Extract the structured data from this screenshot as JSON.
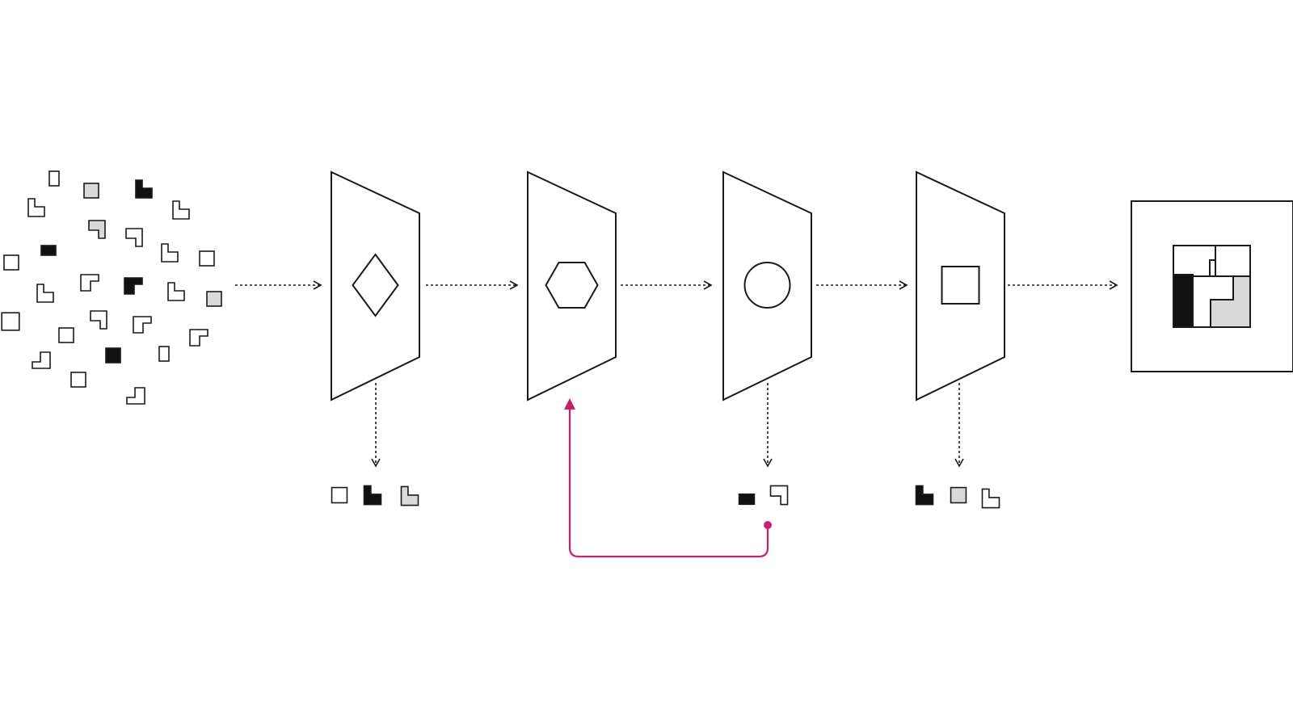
{
  "diagram": {
    "colors": {
      "background": "#ffffff",
      "stroke": "#1a1a1a",
      "black_fill": "#111111",
      "gray_fill": "#d9d9d9",
      "white_fill": "#ffffff",
      "feedback": "#cc1f6b"
    },
    "source_cluster": {
      "pieces": [
        {
          "shape": "rect-tall",
          "fill": "white"
        },
        {
          "shape": "square",
          "fill": "gray"
        },
        {
          "shape": "L",
          "fill": "black"
        },
        {
          "shape": "L",
          "fill": "white"
        },
        {
          "shape": "L",
          "fill": "white"
        },
        {
          "shape": "L",
          "fill": "gray"
        },
        {
          "shape": "L",
          "fill": "white"
        },
        {
          "shape": "square",
          "fill": "white"
        },
        {
          "shape": "rect-wide",
          "fill": "black"
        },
        {
          "shape": "L",
          "fill": "white"
        },
        {
          "shape": "square",
          "fill": "white"
        },
        {
          "shape": "L",
          "fill": "white"
        },
        {
          "shape": "L",
          "fill": "white"
        },
        {
          "shape": "L",
          "fill": "black"
        },
        {
          "shape": "L",
          "fill": "white"
        },
        {
          "shape": "square",
          "fill": "gray"
        },
        {
          "shape": "square",
          "fill": "white"
        },
        {
          "shape": "L",
          "fill": "white"
        },
        {
          "shape": "square",
          "fill": "white"
        },
        {
          "shape": "L",
          "fill": "white"
        },
        {
          "shape": "L",
          "fill": "white"
        },
        {
          "shape": "L",
          "fill": "white"
        },
        {
          "shape": "square",
          "fill": "black"
        },
        {
          "shape": "rect-tall",
          "fill": "white"
        },
        {
          "shape": "square",
          "fill": "white"
        },
        {
          "shape": "L",
          "fill": "white"
        }
      ]
    },
    "stages": [
      {
        "id": "stage-1",
        "symbol": "diamond",
        "outputs": [
          {
            "shape": "square",
            "fill": "white"
          },
          {
            "shape": "L",
            "fill": "black"
          },
          {
            "shape": "L",
            "fill": "gray"
          }
        ]
      },
      {
        "id": "stage-2",
        "symbol": "hexagon",
        "outputs": []
      },
      {
        "id": "stage-3",
        "symbol": "circle",
        "outputs": [
          {
            "shape": "rect-wide",
            "fill": "black"
          },
          {
            "shape": "L",
            "fill": "white"
          }
        ]
      },
      {
        "id": "stage-4",
        "symbol": "square",
        "outputs": [
          {
            "shape": "L",
            "fill": "black"
          },
          {
            "shape": "square",
            "fill": "gray"
          },
          {
            "shape": "L",
            "fill": "white"
          }
        ]
      }
    ],
    "feedback_loop": {
      "from": "stage-3-outputs",
      "to": "stage-2"
    },
    "result": {
      "cells": [
        {
          "region": "top-left",
          "fill": "white"
        },
        {
          "region": "top-right",
          "fill": "white"
        },
        {
          "region": "left-bar",
          "fill": "black"
        },
        {
          "region": "middle",
          "fill": "white"
        },
        {
          "region": "bottom-right",
          "fill": "gray"
        }
      ]
    }
  }
}
